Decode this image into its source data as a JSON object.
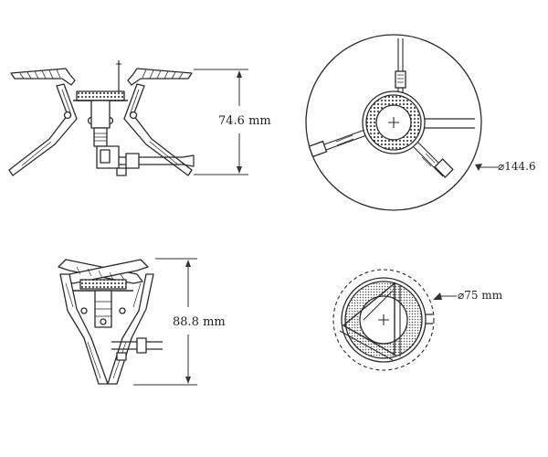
{
  "dimensions": {
    "unfolded_height": "74.6 mm",
    "folded_height": "88.8 mm",
    "unfolded_diameter": "⌀144.6",
    "burner_diameter": "⌀75 mm"
  },
  "colors": {
    "line": "#2a2a2a",
    "dimension_line": "#333333",
    "background": "#ffffff"
  }
}
